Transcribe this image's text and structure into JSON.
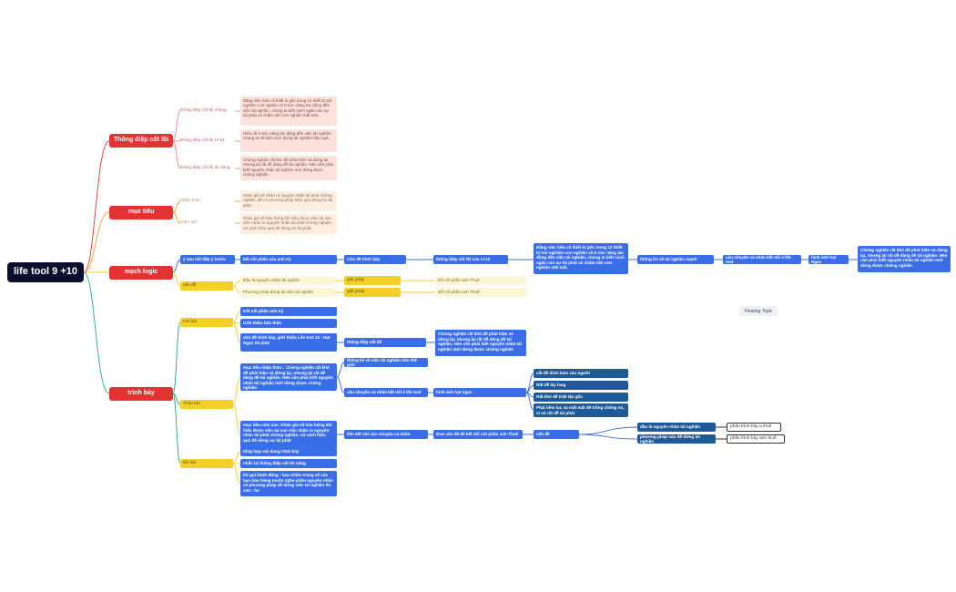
{
  "root": "life tool 9 +10",
  "branches": {
    "thong_diep": {
      "label": "Thông điệp cốt lõi",
      "items": [
        {
          "label": "thông điệp cốt lõi chung",
          "detail": "Bằng việc hiểu rõ thiết bị gốc trong 12 thiết bị trải nghiệm con nghiện và 5 sức năng tác động đến việc tái nghiện, chúng ta biết cách ngăn cản sự tái phát và chấm dứt cơn nghiện mãi mãi."
        },
        {
          "label": "thông điệp cốt lõi LT10",
          "detail": "Hiểu về 5 sức năng tác động đến việc tái nghiện, chúng ta sẽ biết cách dừng tái nghiện hiệu quả."
        },
        {
          "label": "thông điệp cốt lõi lôi năng",
          "detail": "Chứng nghiện rất khó để phát hiện và dừng lại, nhưng lại rất dễ dàng để tái nghiện. Nên cần phải biết nguyên nhân tái nghiện mới dừng được chứng nghiện"
        }
      ]
    },
    "muc_tieu": {
      "label": "mục tiêu",
      "items": [
        {
          "label": "Nhận thức",
          "detail": "Khán giả sẽ nhận ra nguyên nhân tái phát chứng nghiện, để có phương pháp hiệu quả dừng sự tái phát"
        },
        {
          "label": "Cảm xúc",
          "detail": "Khán giả sẽ hào hứng khi hiểu được việc tại sao việc nhận ra nguyên nhân tái phát chứng nghiện, và cách hiệu quả để dừng sự tái phát"
        }
      ]
    },
    "mach_logic": {
      "label": "mạch logic",
      "chain": [
        "ý sau nối tiếp ý trước",
        "kết nối phần của anh Kỳ",
        "Chủ đề trình bày",
        "thông điệp cốt lõi của LT10",
        "Bằng việc hiểu rõ thiết bị gốc trong 12 thiết bị trải nghiệm con nghiện và 5 sức năng tác động đến việc tái nghiện, chúng ta biết cách ngăn cản sự tái phát và chấm dứt cơn nghiện mãi mãi.",
        "thông tin về tái nghiện mạnh",
        "câu chuyện cá nhân kết nối 2 life tool",
        "hình ảnh hạt Ngọc",
        "Chứng nghiện rất khó để phát hiện và dừng lại, nhưng lại rất dễ dàng để tái nghiện. Nên cần phải biết nguyên nhân tái nghiện mới dừng được chứng nghiện"
      ],
      "van_de": "vấn đề",
      "issues": [
        {
          "label": "Đầu là nguyên nhân tái nghiện",
          "tag": "giải pháp",
          "result": "kết nối phần anh Thuế"
        },
        {
          "label": "Phương pháp dừng tái việc tái nghiện",
          "tag": "giải pháp",
          "result": "kết nối phần anh Thuế"
        }
      ]
    },
    "trinh_bay": {
      "label": "trình bày",
      "mo_bai": {
        "label": "mở bài",
        "items": [
          "Kết nối phần anh Kỳ",
          "Giới thiệu bản thân",
          "chủ đề trình bày, giới thiệu Life tool 10 : Hạt Ngọc tái phát"
        ],
        "next": "thông điệp cốt lõi",
        "next_detail": "Chứng nghiện rất khó để phát hiện và dừng lại, nhưng lại rất dễ dàng để tái nghiện. Nên cần phải biết nguyên nhân tái nghiện mới dừng được chứng nghiện"
      },
      "than_bai": {
        "label": "Thân bài",
        "goal1": "mục tiêu nhận thức : Chứng nghiện rất khó để phát hiện và dừng lại, nhưng lại rất dễ dàng để tái nghiện. Nên cần phải biết nguyên nhân tái nghiện mới dừng được chứng nghiện",
        "goal1_children": [
          "thống kê về việc tái nghiện trên thế giới",
          "câu chuyện cá nhân kết nối 2 life tool"
        ],
        "hat_ngoc": "hình ảnh hạt ngọc",
        "hat_ngoc_children": [
          "cắt đề dính bám vào người",
          "Rất dễ lây lang",
          "Rất khó để triệt tận gốc",
          "Phải tiêm lục và mất mất để trồng chống nó, vì nó rất dễ tái phát"
        ],
        "goal2": "mục tiêu cảm xúc: Khán giả sẽ hào hứng khi hiểu được việc tại sao việc nhận ra nguyên nhân tái phát chứng nghiện, và cách hiệu quả để dừng sự tái phát",
        "goal2_child": "liên kết với câu chuyện cá nhân",
        "goal2_child2": "Đưa vấn đề để kết nối với phần anh Thuế",
        "van_de": "vấn đề",
        "issues": [
          "đầu là nguyên nhân tái nghiện",
          "phương pháp nào để dừng tái nghiện"
        ],
        "outlines": [
          "phần trình bày a thuế",
          "phần trình bày anh thuế"
        ]
      },
      "ket_bai": {
        "label": "kết bài",
        "items": [
          "tổng hợp nội dung trình bày",
          "nhắc lại thông điệp cốt lõi năng",
          "lời gọi hành động : bao nhiêu trong số các bạn hào hứng muốn nghe phần nguyên nhân và phương pháp để dừng việc tái nghiện thì cmt : hn"
        ]
      }
    },
    "floating": "Floating Topic"
  },
  "colors": {
    "root": "#0b0f2e",
    "main": "#e23232",
    "blue": "#3a6ee8",
    "navy": "#1e5a9a",
    "yellow": "#f2d028",
    "pink": "#fde1dc",
    "peach": "#fdeee0",
    "cream": "#fdf6d6"
  }
}
